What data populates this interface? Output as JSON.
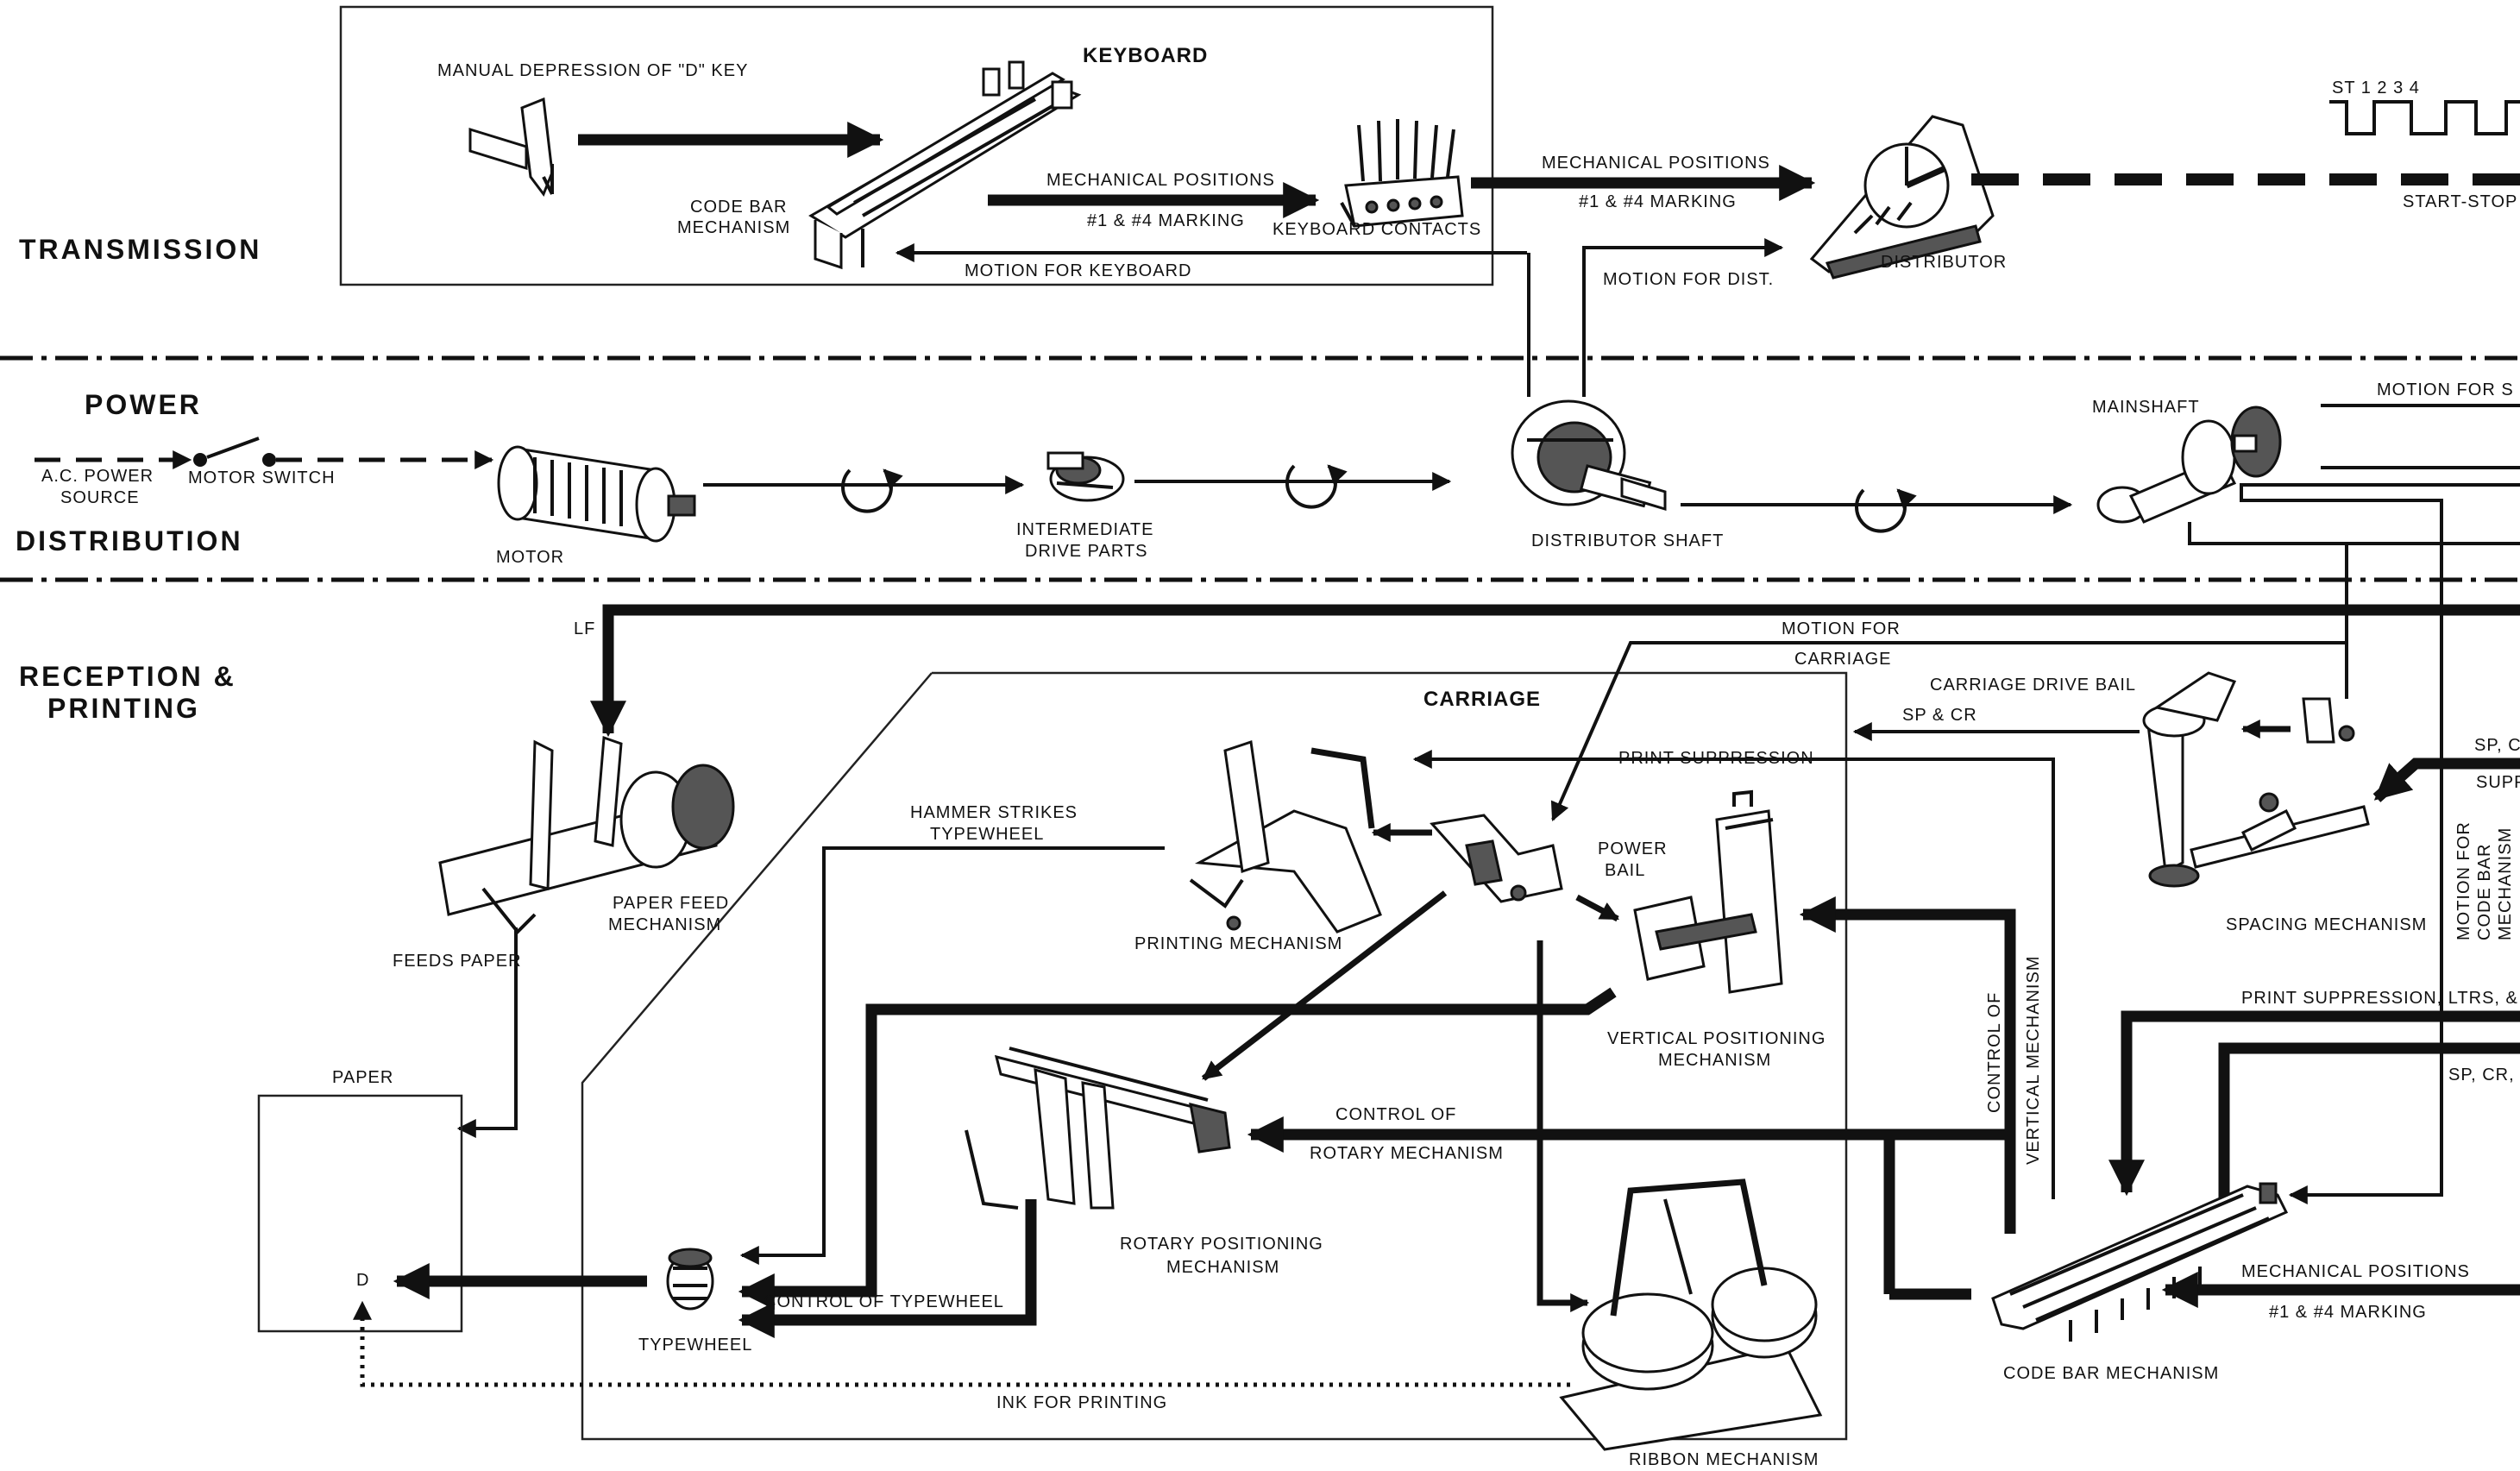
{
  "sections": {
    "transmission": "TRANSMISSION",
    "power": "POWER",
    "distribution": "DISTRIBUTION",
    "reception_line1": "RECEPTION &",
    "reception_line2": "PRINTING"
  },
  "labels": {
    "manual_depression": "MANUAL DEPRESSION OF \"D\" KEY",
    "keyboard": "KEYBOARD",
    "code_bar_mechanism_1": "CODE BAR",
    "code_bar_mechanism_2": "MECHANISM",
    "mechanical_positions_1": "MECHANICAL POSITIONS",
    "marking_1": "#1 & #4 MARKING",
    "keyboard_contacts": "KEYBOARD CONTACTS",
    "motion_for_keyboard": "MOTION FOR KEYBOARD",
    "mechanical_positions_2": "MECHANICAL POSITIONS",
    "marking_2": "#1 & #4 MARKING",
    "motion_for_dist": "MOTION FOR DIST.",
    "distributor": "DISTRIBUTOR",
    "start_stop_signal": "ST 1   2 3 4",
    "start_stop": "START-STOP",
    "ac_power_1": "A.C. POWER",
    "ac_power_2": "SOURCE",
    "motor_switch": "MOTOR SWITCH",
    "motor": "MOTOR",
    "intermediate_1": "INTERMEDIATE",
    "intermediate_2": "DRIVE PARTS",
    "distributor_shaft": "DISTRIBUTOR SHAFT",
    "mainshaft": "MAINSHAFT",
    "motion_for_s": "MOTION FOR S",
    "lf": "LF",
    "motion_for_carriage_1": "MOTION FOR",
    "motion_for_carriage_2": "CARRIAGE",
    "carriage": "CARRIAGE",
    "carriage_drive_bail": "CARRIAGE DRIVE BAIL",
    "sp_cr": "SP & CR",
    "print_suppression": "PRINT SUPPRESSION",
    "hammer_strikes_1": "HAMMER STRIKES",
    "hammer_strikes_2": "TYPEWHEEL",
    "power_bail_1": "POWER",
    "power_bail_2": "BAIL",
    "paper_feed_1": "PAPER FEED",
    "paper_feed_2": "MECHANISM",
    "printing_mechanism": "PRINTING MECHANISM",
    "feeds_paper": "FEEDS PAPER",
    "sp_c": "SP, C",
    "supp": "SUPP",
    "motion_code_bar_1": "MOTION FOR",
    "motion_code_bar_2": "CODE BAR",
    "motion_code_bar_3": "MECHANISM",
    "spacing_mechanism": "SPACING MECHANISM",
    "control_vertical_1": "CONTROL OF",
    "control_vertical_2": "VERTICAL MECHANISM",
    "vertical_pos_1": "VERTICAL POSITIONING",
    "vertical_pos_2": "MECHANISM",
    "print_suppression_ltrs": "PRINT SUPPRESSION,  LTRS, &",
    "paper": "PAPER",
    "control_rotary_1": "CONTROL OF",
    "control_rotary_2": "ROTARY MECHANISM",
    "sp_cr_2": "SP, CR,",
    "rotary_pos_1": "ROTARY POSITIONING",
    "rotary_pos_2": "MECHANISM",
    "d_char": "D",
    "control_typewheel": "CONTROL OF TYPEWHEEL",
    "mechanical_positions_3": "MECHANICAL POSITIONS",
    "marking_3": "#1 & #4 MARKING",
    "typewheel": "TYPEWHEEL",
    "ink_for_printing": "INK FOR PRINTING",
    "code_bar_mechanism_bottom": "CODE BAR MECHANISM",
    "ribbon_mechanism": "RIBBON MECHANISM"
  }
}
